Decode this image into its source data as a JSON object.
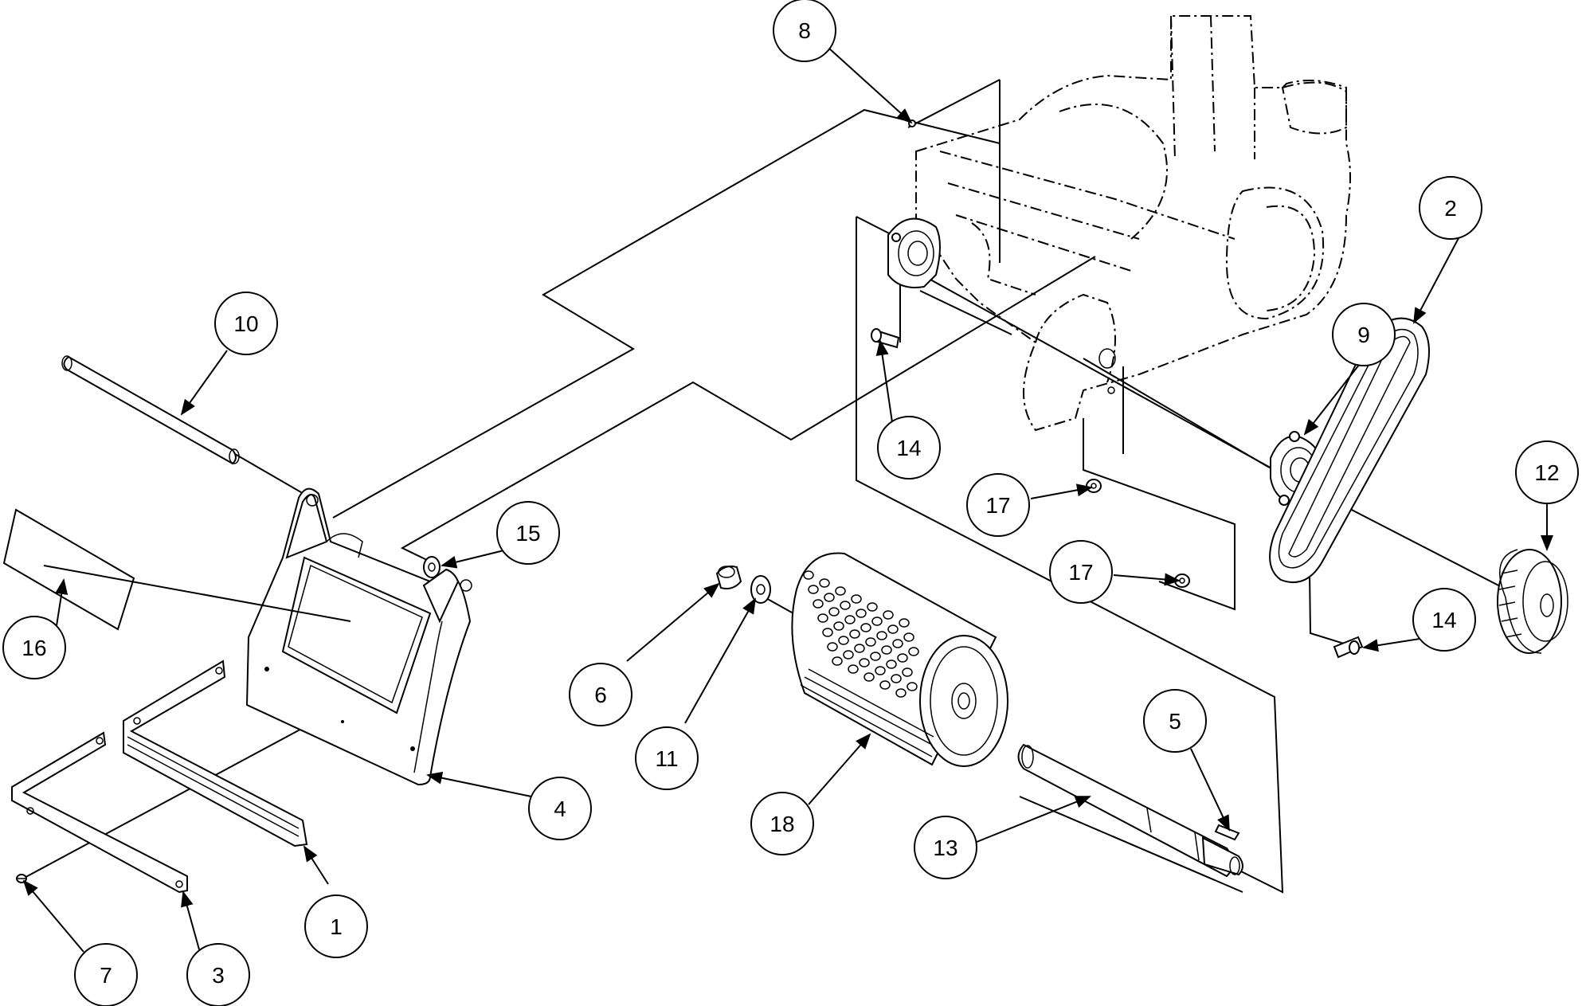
{
  "callouts": [
    "1",
    "2",
    "3",
    "4",
    "5",
    "6",
    "7",
    "8",
    "9",
    "10",
    "11",
    "12",
    "13",
    "14",
    "14",
    "15",
    "16",
    "17",
    "17",
    "18"
  ]
}
